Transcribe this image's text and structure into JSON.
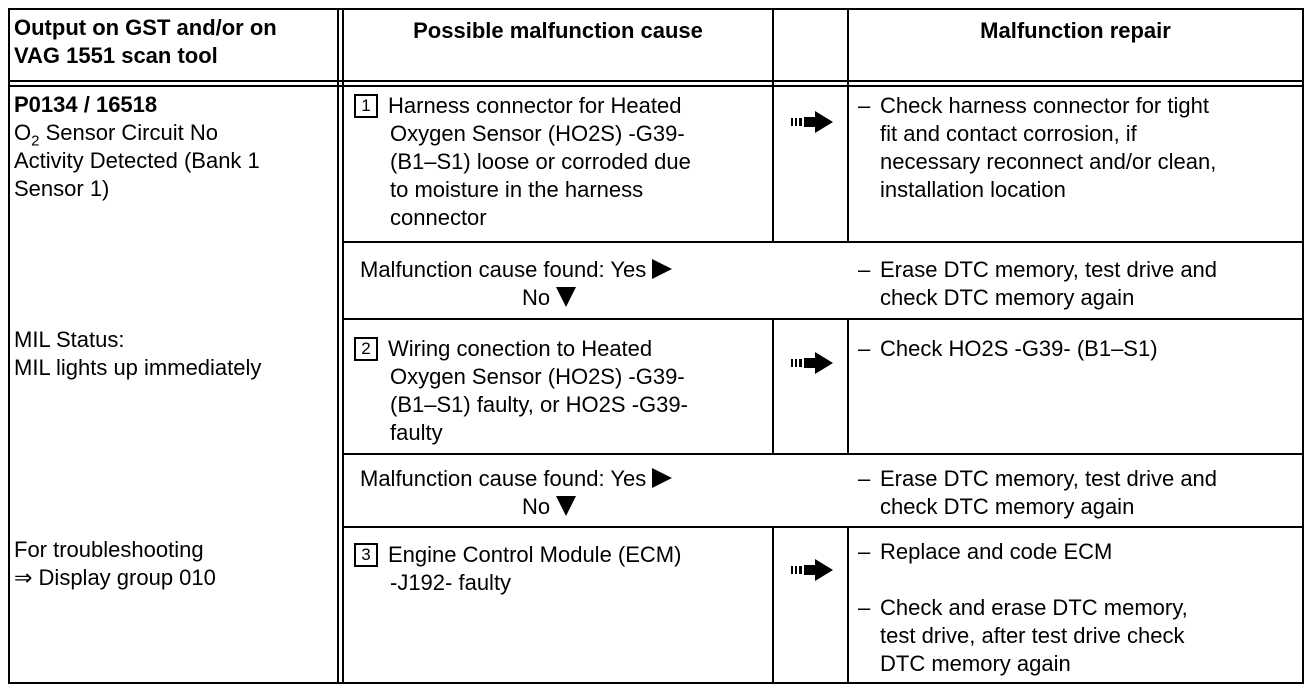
{
  "headers": {
    "output": [
      "Output on GST and/or on",
      "VAG 1551 scan tool"
    ],
    "cause": "Possible malfunction cause",
    "repair": "Malfunction repair"
  },
  "left": {
    "code": "P0134 / 16518",
    "desc_line1_pre": "O",
    "desc_line1_sub": "2",
    "desc_line1_post": " Sensor Circuit No",
    "desc_line2": "Activity Detected (Bank 1",
    "desc_line3": "Sensor 1)",
    "mil_line1": "MIL Status:",
    "mil_line2": "MIL lights up immediately",
    "trouble_line1": "For troubleshooting",
    "trouble_line2": "⇒ Display group 010"
  },
  "steps": [
    {
      "number": "1",
      "cause": [
        "Harness connector for  Heated",
        "Oxygen Sensor (HO2S) -G39-",
        "(B1–S1) loose or corroded due",
        "to moisture in the harness",
        "connector"
      ],
      "repair": [
        "Check harness connector for tight",
        "fit and contact corrosion, if",
        "necessary reconnect and/or clean,",
        "installation location"
      ]
    },
    {
      "number": "2",
      "cause": [
        "Wiring conection to Heated",
        "Oxygen Sensor (HO2S) -G39-",
        "(B1–S1) faulty, or HO2S -G39-",
        "faulty"
      ],
      "repair": [
        "Check HO2S -G39- (B1–S1)"
      ]
    },
    {
      "number": "3",
      "cause": [
        "Engine Control Module (ECM)",
        "-J192- faulty"
      ],
      "repair_a": [
        "Replace and code ECM"
      ],
      "repair_b": [
        "Check and erase DTC memory,",
        "test drive, after test drive check",
        "DTC memory again"
      ]
    }
  ],
  "found": {
    "yes_label": "Malfunction cause found:  Yes",
    "no_label": "No",
    "repair": [
      "Erase DTC memory, test drive and",
      "check DTC memory again"
    ]
  },
  "dash": "–"
}
